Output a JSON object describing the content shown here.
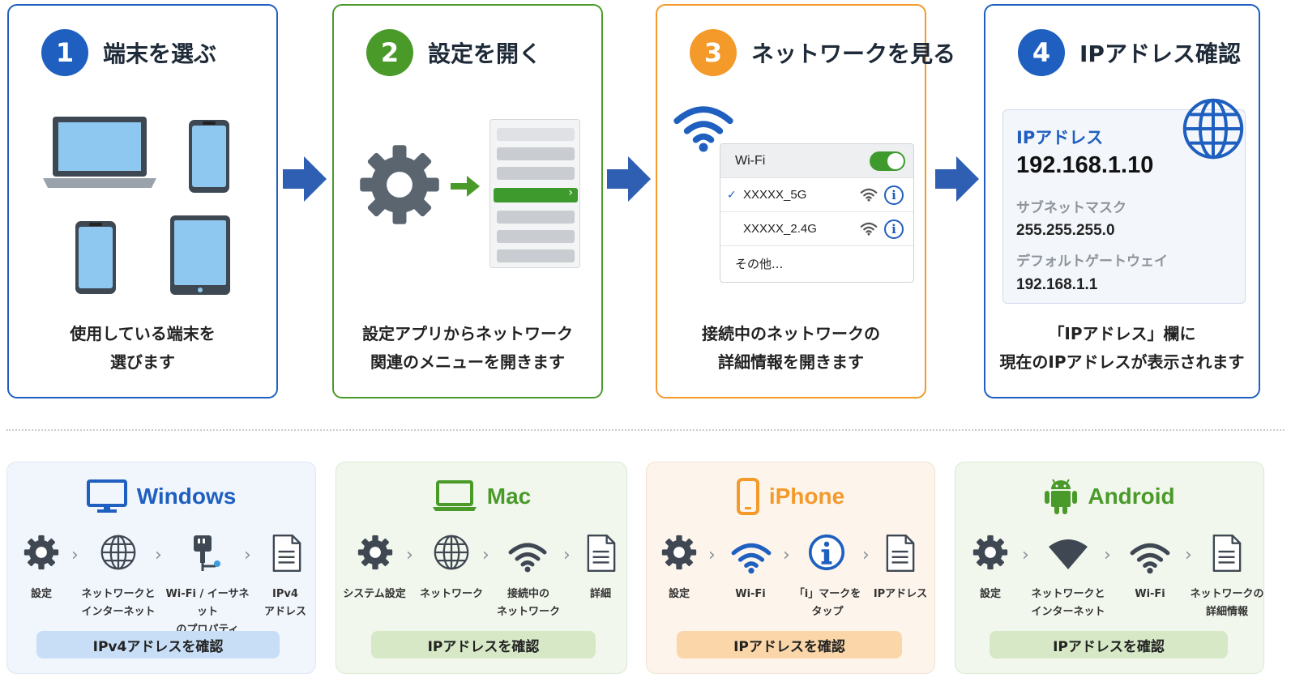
{
  "steps": [
    {
      "num": "1",
      "title": "端末を選ぶ",
      "desc": "使用している端末を\n選びます"
    },
    {
      "num": "2",
      "title": "設定を開く",
      "desc": "設定アプリからネットワーク\n関連のメニューを開きます"
    },
    {
      "num": "3",
      "title": "ネットワークを見る",
      "desc": "接続中のネットワークの\n詳細情報を開きます"
    },
    {
      "num": "4",
      "title": "IPアドレス確認",
      "desc": "「IPアドレス」欄に\n現在のIPアドレスが表示されます"
    }
  ],
  "wifi": {
    "header": "Wi-Fi",
    "networks": [
      "XXXXX_5G",
      "XXXXX_2.4G"
    ],
    "connected_mark": "✓",
    "other": "その他...",
    "info_glyph": "i"
  },
  "ip": {
    "ip_label": "IPアドレス",
    "ip_value": "192.168.1.10",
    "subnet_label": "サブネットマスク",
    "subnet_value": "255.255.255.0",
    "gateway_label": "デフォルトゲートウェイ",
    "gateway_value": "192.168.1.1"
  },
  "os": {
    "windows": {
      "name": "Windows",
      "steps": [
        "設定",
        "ネットワークと\nインターネット",
        "Wi-Fi / イーサネット\nのプロパティ",
        "IPv4\nアドレス"
      ],
      "button": "IPv4アドレスを確認"
    },
    "mac": {
      "name": "Mac",
      "steps": [
        "システム設定",
        "ネットワーク",
        "接続中の\nネットワーク",
        "詳細"
      ],
      "button": "IPアドレスを確認"
    },
    "iphone": {
      "name": "iPhone",
      "steps": [
        "設定",
        "Wi-Fi",
        "「i」マークを\nタップ",
        "IPアドレス"
      ],
      "button": "IPアドレスを確認"
    },
    "android": {
      "name": "Android",
      "steps": [
        "設定",
        "ネットワークと\nインターネット",
        "Wi-Fi",
        "ネットワークの\n詳細情報"
      ],
      "button": "IPアドレスを確認"
    }
  },
  "icons": {
    "step1": [
      "laptop-icon",
      "smartphone-icon",
      "smartphone-icon",
      "tablet-icon"
    ],
    "step2": [
      "gear-icon",
      "arrow-right-icon",
      "settings-list-icon"
    ],
    "step3": [
      "wifi-icon",
      "toggle-icon",
      "info-icon"
    ],
    "step4": [
      "globe-icon"
    ],
    "windows": [
      "gear-icon",
      "globe-icon",
      "ethernet-plug-icon",
      "document-icon"
    ],
    "mac": [
      "gear-icon",
      "globe-icon",
      "wifi-icon",
      "document-icon"
    ],
    "iphone": [
      "gear-icon",
      "wifi-icon",
      "info-icon",
      "document-icon"
    ],
    "android": [
      "gear-icon",
      "wifi-wedge-icon",
      "wifi-icon",
      "document-icon"
    ]
  },
  "colors": {
    "blue": "#1f5fbf",
    "green": "#4a9a2a",
    "orange": "#f39a2b",
    "gray_icon": "#5b6570"
  }
}
